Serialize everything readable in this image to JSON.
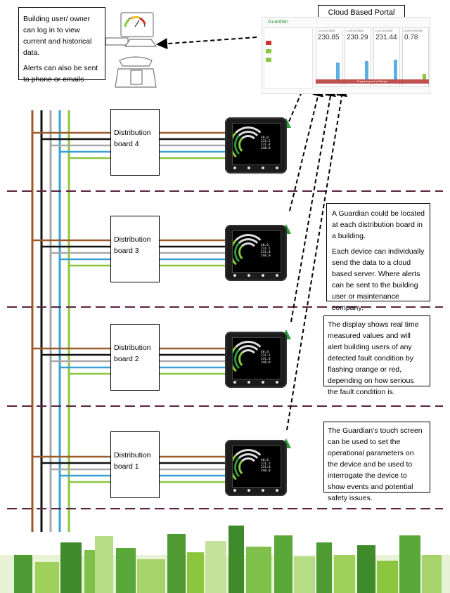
{
  "info_boxes": {
    "login": [
      "Building user/ owner can log in to view  current and historical data.",
      "Alerts can also be sent to phone or emails"
    ],
    "guardian": [
      "A Guardian could be located at each distribution board in a building.",
      "Each device can individually send the data to a cloud based server. Where alerts can be sent to the building user or maintenance company."
    ],
    "display": "The display shows real time measured values and will alert building users of any detected fault condition by flashing orange or red, depending on how serious the fault condition is.",
    "touch": "The Guardian’s touch screen can be used to set the operational parameters on the device and be used to interrogate the device to show events and potential safety issues."
  },
  "portal": {
    "title": "Cloud Based Portal",
    "brand": "Guardian",
    "tiles": [
      {
        "label": "L1-N VOLTAGE",
        "value": "230.85"
      },
      {
        "label": "L2-N VOLTAGE",
        "value": "230.29"
      },
      {
        "label": "L3-N VOLTAGE",
        "value": "231.44"
      },
      {
        "label": "N-GN VOLTAGE",
        "value": "0.78"
      }
    ],
    "alert_bar": "Frequency out of Range"
  },
  "boards": [
    {
      "label": "Distribution board 4"
    },
    {
      "label": "Distribution board 3"
    },
    {
      "label": "Distribution board 2"
    },
    {
      "label": "Distribution board 1"
    }
  ],
  "device_readings": [
    "40.0",
    "231.5",
    "231.8",
    "240.0"
  ],
  "colors": {
    "brown": "#9c5a2a",
    "black": "#111111",
    "grey": "#a9a9a9",
    "blue": "#3aa0d8",
    "green": "#8cc63f",
    "divider": "#5a2340",
    "arrow_green": "#2e9c3a"
  }
}
